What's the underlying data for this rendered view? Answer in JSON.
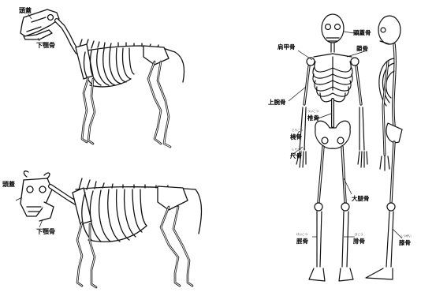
{
  "labels": {
    "horse_skull": "頭蓋",
    "horse_jaw": "下顎骨",
    "cow_skull": "頭蓋",
    "cow_jaw": "下顎骨",
    "scapula": "肩甲骨",
    "cranium": "頭蓋骨",
    "clavicle": "鎖骨",
    "humerus": "上腕骨",
    "vertebra": "椎骨",
    "radius": "橈骨",
    "ulna": "尺骨",
    "femur": "大腿骨",
    "tibia": "脛骨",
    "fibula": "腓骨",
    "patella": "膝骨"
  },
  "ruby": {
    "vertebra": "ついこつ",
    "radius": "とうこつ",
    "ulna": "しゃっこつ",
    "tibia": "けいこつ",
    "fibula": "ひこつ",
    "patella": "しつがい"
  }
}
